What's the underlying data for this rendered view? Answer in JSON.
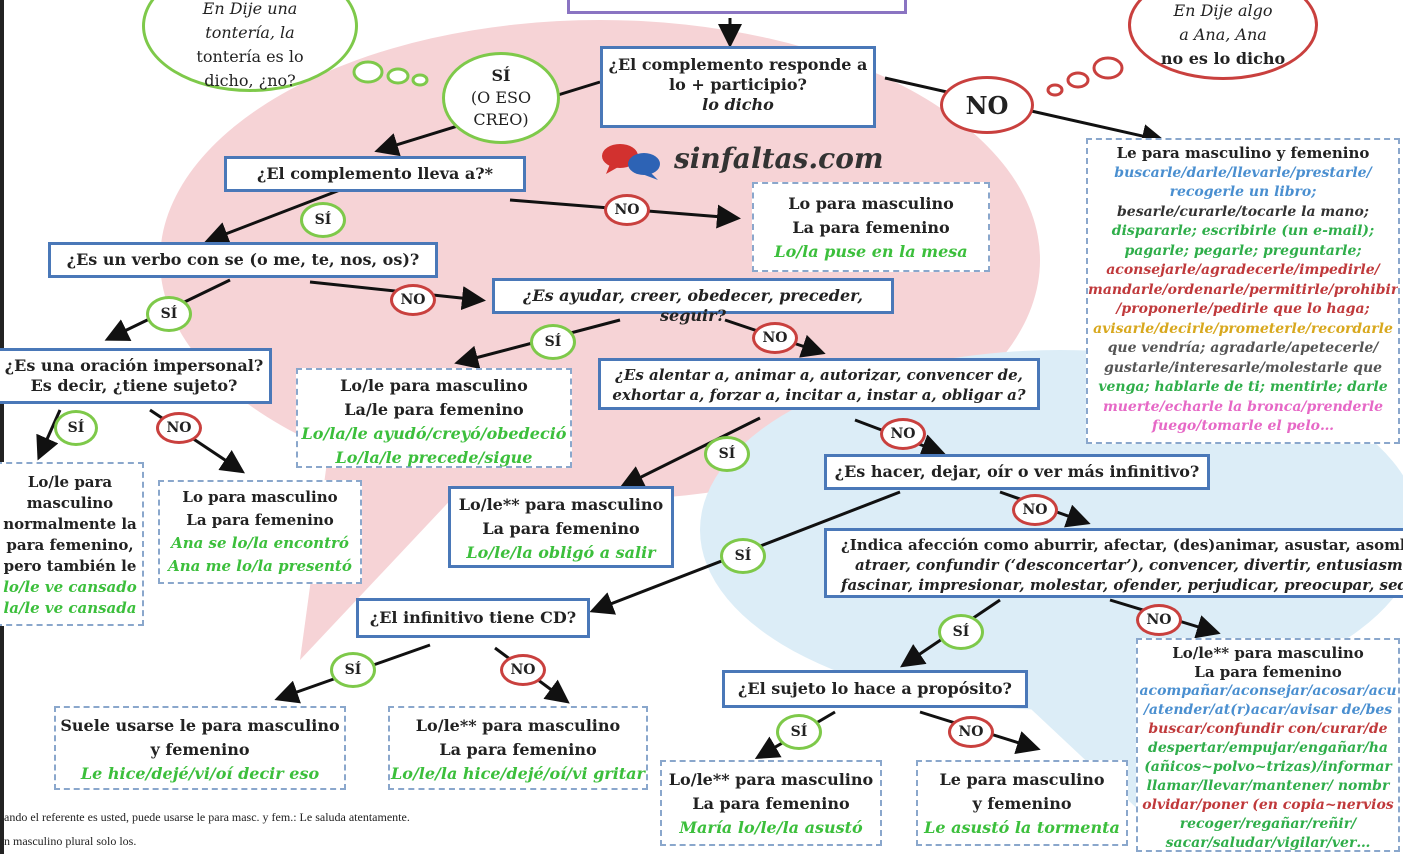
{
  "colors": {
    "box_border": "#4a78b8",
    "dashed_border": "#8aa7cc",
    "si_border": "#7ec94a",
    "no_border": "#c9403e",
    "example_green": "#3cbf3c",
    "bg_pink": "#f6d3d6",
    "bg_blue": "#dcedf7"
  },
  "watermark": {
    "text": "sinfaltas.com",
    "icon": "speech-bubbles-icon"
  },
  "labels": {
    "si": "SÍ",
    "no": "NO"
  },
  "cloud_left": [
    "En Dije una",
    "tontería, la",
    "tontería es lo",
    "dicho, ¿no?"
  ],
  "cloud_right": [
    "En Dije algo",
    "a Ana, Ana",
    "no es lo dicho"
  ],
  "root": {
    "si_big": [
      "SÍ",
      "(O ESO",
      "CREO)"
    ],
    "no_big": "NO"
  },
  "q": {
    "participio": [
      "¿El complemento responde a",
      "lo + participio?",
      "lo dicho"
    ],
    "lleva_a": "¿El complemento lleva a?*",
    "verbo_se": "¿Es un verbo con se (o me, te, nos, os)?",
    "ayudar": "¿Es ayudar, creer, obedecer, preceder, seguir?",
    "impersonal": [
      "¿Es una oración impersonal?",
      "Es decir, ¿tiene sujeto?"
    ],
    "alentar": [
      "¿Es alentar a, animar a, autorizar, convencer de,",
      "exhortar a, forzar a, incitar a, instar a, obligar a?"
    ],
    "hacer": "¿Es hacer, dejar, oír o ver más infinitivo?",
    "afeccion": [
      "¿Indica afección como aburrir, afectar, (des)animar, asustar, asombrar,",
      "atraer, confundir (‘desconcertar’), convencer, divertir, entusiasmar,",
      "fascinar, impresionar, molestar, ofender, perjudicar, preocupar, seducir"
    ],
    "infinitivo_cd": "¿El infinitivo tiene CD?",
    "proposito": "¿El sujeto lo hace a propósito?"
  },
  "a": {
    "lo_la": {
      "lines": [
        "Lo para masculino",
        "La para femenino"
      ],
      "example": "Lo/la puse en la mesa"
    },
    "le_list": {
      "title": "Le para masculino y femenino",
      "lines": [
        {
          "t": "buscarle/darle/llevarle/prestarle/",
          "c": "c1"
        },
        {
          "t": "recogerle un libro;",
          "c": "c1"
        },
        {
          "t": "besarle/curarle/tocarle la mano;",
          "c": "c2"
        },
        {
          "t": "dispararle; escribirle (un e-mail);",
          "c": "c3"
        },
        {
          "t": "pagarle; pegarle; preguntarle;",
          "c": "c3"
        },
        {
          "t": "aconsejarle/agradecerle/impedirle/",
          "c": "c4"
        },
        {
          "t": "mandarle/ordenarle/permitirle/prohibirle",
          "c": "c4"
        },
        {
          "t": "/proponerle/pedirle que lo haga;",
          "c": "c4"
        },
        {
          "t": "avisarle/decirle/prometerle/recordarle",
          "c": "c5"
        },
        {
          "t": "que vendría; agradarle/apetecerle/",
          "c": "c6"
        },
        {
          "t": "gustarle/interesarle/molestarle que",
          "c": "c6"
        },
        {
          "t": "venga; hablarle de ti; mentirle; darle",
          "c": "c3"
        },
        {
          "t": "muerte/echarle la bronca/prenderle",
          "c": "c7"
        },
        {
          "t": "fuego/tomarle el pelo…",
          "c": "c7"
        }
      ]
    },
    "ayudar_si": {
      "lines": [
        "Lo/le para masculino",
        "La/le para femenino"
      ],
      "examples": [
        "Lo/la/le ayudó/creyó/obedeció",
        "Lo/la/le precede/sigue"
      ]
    },
    "impersonal_si": {
      "lines": [
        "Lo/le para",
        "masculino",
        "normalmente la",
        "para femenino,",
        "pero también le"
      ],
      "examples": [
        "lo/le ve cansado",
        "la/le ve cansada"
      ]
    },
    "impersonal_no": {
      "lines": [
        "Lo para masculino",
        "La para femenino"
      ],
      "examples": [
        "Ana se lo/la encontró",
        "Ana me lo/la presentó"
      ]
    },
    "alentar_si": {
      "lines": [
        "Lo/le** para masculino",
        "La para femenino"
      ],
      "example": "Lo/le/la obligó a salir"
    },
    "infinitivo_si": {
      "lines": [
        "Suele usarse le para masculino",
        "y femenino"
      ],
      "example": "Le hice/dejé/vi/oí decir eso"
    },
    "infinitivo_no": {
      "lines": [
        "Lo/le** para masculino",
        "La para femenino"
      ],
      "example": "Lo/le/la hice/dejé/oí/vi gritar"
    },
    "proposito_si": {
      "lines": [
        "Lo/le** para masculino",
        "La para femenino"
      ],
      "example": "María lo/le/la asustó"
    },
    "proposito_no": {
      "lines": [
        "Le para masculino",
        "y femenino"
      ],
      "example": "Le asustó la tormenta"
    },
    "afeccion_no": {
      "lines": [
        "Lo/le** para masculino",
        "La para femenino"
      ],
      "list": [
        {
          "t": "acompañar/aconsejar/acosar/acu",
          "c": "c1"
        },
        {
          "t": "/atender/at(r)acar/avisar de/bes",
          "c": "c1"
        },
        {
          "t": "buscar/confundir con/curar/de",
          "c": "c4"
        },
        {
          "t": "despertar/empujar/engañar/ha",
          "c": "c3"
        },
        {
          "t": "(añicos~polvo~trizas)/informar",
          "c": "c3"
        },
        {
          "t": "llamar/llevar/mantener/ nombr",
          "c": "c3"
        },
        {
          "t": "olvidar/poner (en copia~nervios",
          "c": "c4"
        },
        {
          "t": "recoger/regañar/reñir/",
          "c": "c3"
        },
        {
          "t": "sacar/saludar/vigilar/ver…",
          "c": "c3"
        }
      ]
    }
  },
  "footnotes": [
    "ando el referente es usted, puede usarse le para masc. y fem.: Le saluda atentamente.",
    "n masculino plural solo los."
  ]
}
